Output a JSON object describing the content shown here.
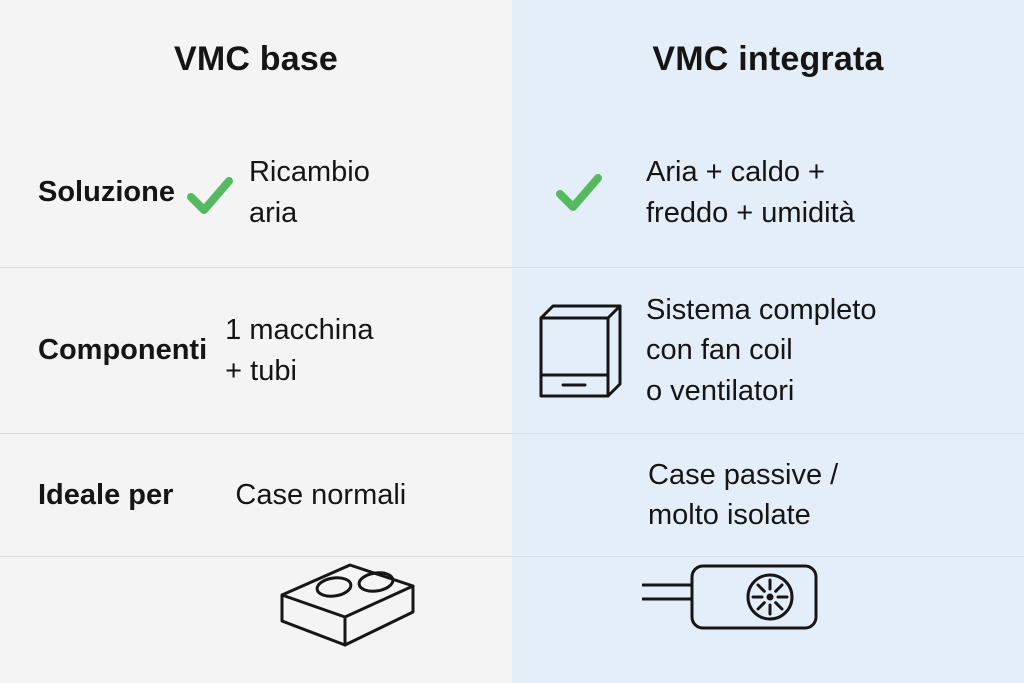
{
  "header": {
    "left_title": "VMC base",
    "right_title": "VMC integrata"
  },
  "rows": [
    {
      "label": "Soluzione",
      "left_text": "Ricambio\naria",
      "right_text": "Aria + caldo +\nfreddo + umidità",
      "left_has_check": true,
      "right_has_check": true
    },
    {
      "label": "Componenti",
      "left_text": "1 macchina\n+ tubi",
      "right_text": "Sistema completo\ncon fan coil\no ventilatori",
      "right_icon": "vmc-unit-icon"
    },
    {
      "label": "Ideale per",
      "left_text": "Case normali",
      "right_text": "Case passive /\nmolto isolate"
    }
  ],
  "bottom_icons": {
    "left": "ventilation-block-icon",
    "right": "fan-coil-unit-icon"
  },
  "colors": {
    "left_background": "#f4f4f5",
    "right_background": "#e4eef9",
    "check_green": "#57b95f",
    "text": "#151515",
    "divider": "#dcdcdc"
  }
}
